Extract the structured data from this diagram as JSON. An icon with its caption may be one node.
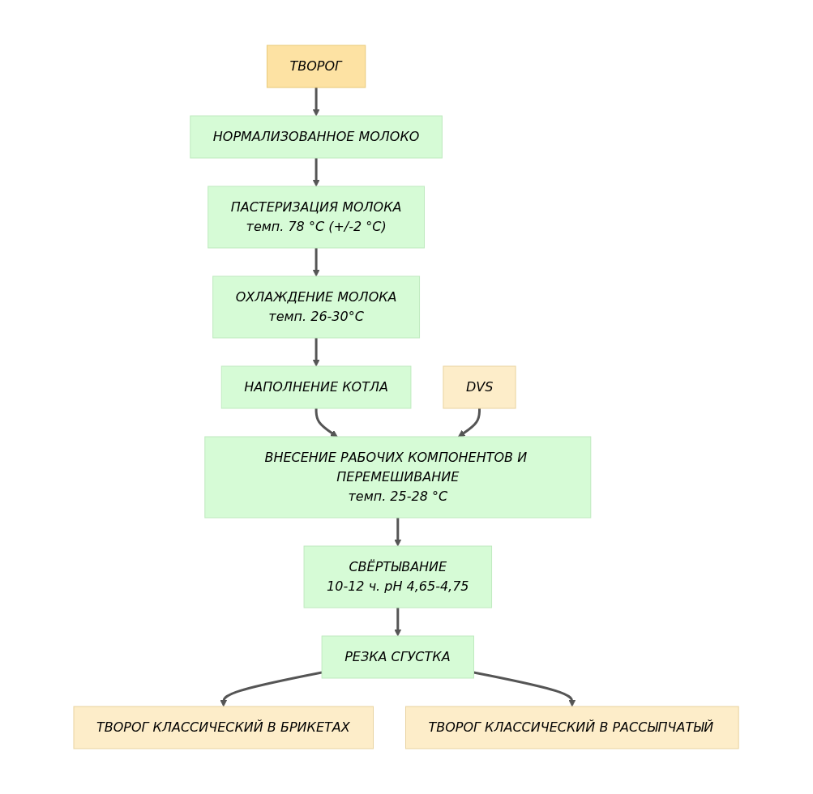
{
  "diagram": {
    "nodes": [
      {
        "text": [
          "ТВОРОГ"
        ]
      },
      {
        "text": [
          "НОРМАЛИЗОВАННОЕ МОЛОКО"
        ]
      },
      {
        "text": [
          "ПАСТЕРИЗАЦИЯ МОЛОКА",
          "темп. 78 °С (+/-2 °С)"
        ]
      },
      {
        "text": [
          "ОХЛАЖДЕНИЕ МОЛОКА",
          "темп. 26-30°С"
        ]
      },
      {
        "text": [
          "НАПОЛНЕНИЕ КОТЛА"
        ]
      },
      {
        "text": [
          "DVS"
        ]
      },
      {
        "text": [
          "ВНЕСЕНИЕ РАБОЧИХ КОМПОНЕНТОВ И ПЕРЕМЕШИВАНИЕ",
          "темп. 25-28 °С"
        ]
      },
      {
        "text": [
          "СВЁРТЫВАНИЕ",
          "10-12 ч. рН 4,65-4,75"
        ]
      },
      {
        "text": [
          "РЕЗКА СГУСТКА"
        ]
      },
      {
        "text": [
          "ТВОРОГ КЛАССИЧЕСКИЙ В БРИКЕТАХ"
        ]
      },
      {
        "text": [
          "ТВОРОГ КЛАССИЧЕСКИЙ В РАССЫПЧАТЫЙ"
        ]
      }
    ],
    "edges": [
      {
        "from": 0,
        "to": 1,
        "arrow": "to"
      },
      {
        "from": 1,
        "to": 2,
        "arrow": "to"
      },
      {
        "from": 2,
        "to": 3,
        "arrow": "to"
      },
      {
        "from": 3,
        "to": 4,
        "arrow": "to"
      },
      {
        "from": 4,
        "to": 6,
        "arrow": "to"
      },
      {
        "from": 5,
        "to": 6,
        "arrow": "to"
      },
      {
        "from": 6,
        "to": 7,
        "arrow": "to"
      },
      {
        "from": 7,
        "to": 8,
        "arrow": "to"
      },
      {
        "from": 8,
        "to": 9,
        "arrow": "to"
      },
      {
        "from": 8,
        "to": 10,
        "arrow": "to"
      }
    ]
  }
}
